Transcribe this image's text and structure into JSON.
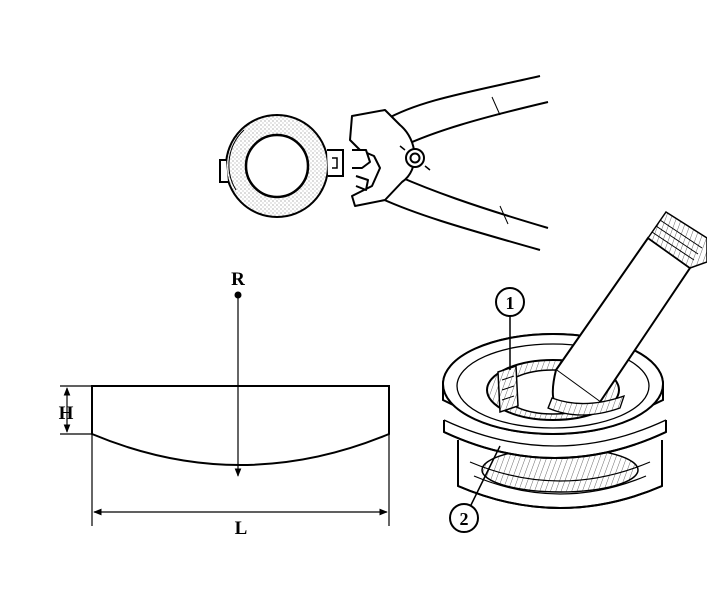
{
  "labels": {
    "radius": "R",
    "height": "H",
    "length": "L",
    "callout_1": "1",
    "callout_2": "2"
  },
  "colors": {
    "ink": "#000000",
    "paper": "#ffffff",
    "stipple": "#666666"
  }
}
